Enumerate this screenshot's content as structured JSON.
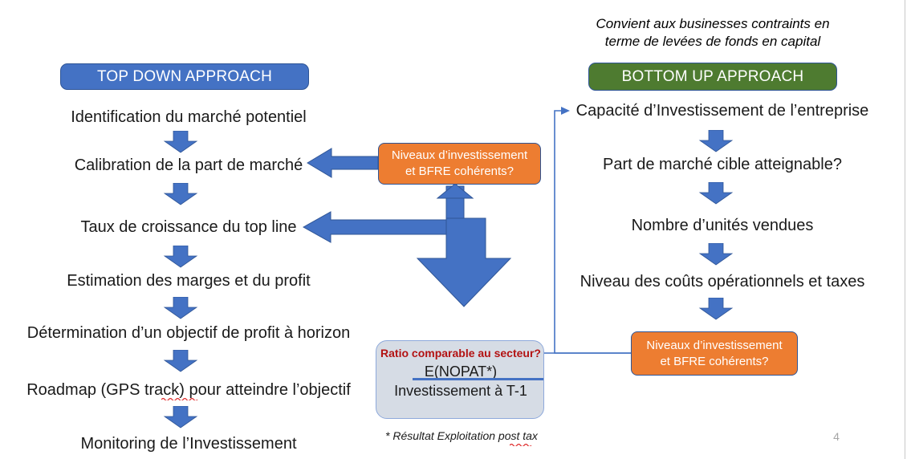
{
  "meta": {
    "page_number": "4",
    "accent_blue": "#4472c4",
    "banner_blue": "#4472c4",
    "banner_green": "#4e7b30",
    "orange": "#ED7D31",
    "ratio_box_fill": "#d6dce5",
    "ratio_title_red": "#b31212",
    "border_blue": "#2f5596",
    "page_number_gray": "#a6a6a6"
  },
  "left_column": {
    "banner_label": "TOP DOWN APPROACH",
    "steps": [
      "Identification du marché potentiel",
      "Calibration de la part de marché",
      "Taux de croissance du top line",
      "Estimation des marges et du profit",
      "Détermination d’un objectif de profit à horizon",
      "Roadmap (GPS track) pour atteindre l’objectif",
      "Monitoring de l’Investissement"
    ]
  },
  "right_column": {
    "caption_line1": "Convient aux businesses contraints en",
    "caption_line2": "terme de levées de fonds en capital",
    "banner_label": "BOTTOM UP APPROACH",
    "steps": [
      "Capacité d’Investissement de l’entreprise",
      "Part de marché cible atteignable?",
      "Nombre d’unités vendues",
      "Niveau des coûts opérationnels et taxes"
    ],
    "orange_box": {
      "line1": "Niveaux d’investissement",
      "line2": "et BFRE cohérents?"
    }
  },
  "center": {
    "orange_box": {
      "line1": "Niveaux d’investissement",
      "line2": "et BFRE cohérents?"
    },
    "ratio_box": {
      "title": "Ratio comparable au secteur?",
      "numerator": "E(NOPAT*)",
      "denominator": "Investissement à T-1"
    },
    "footnote": "* Résultat Exploitation post tax"
  }
}
